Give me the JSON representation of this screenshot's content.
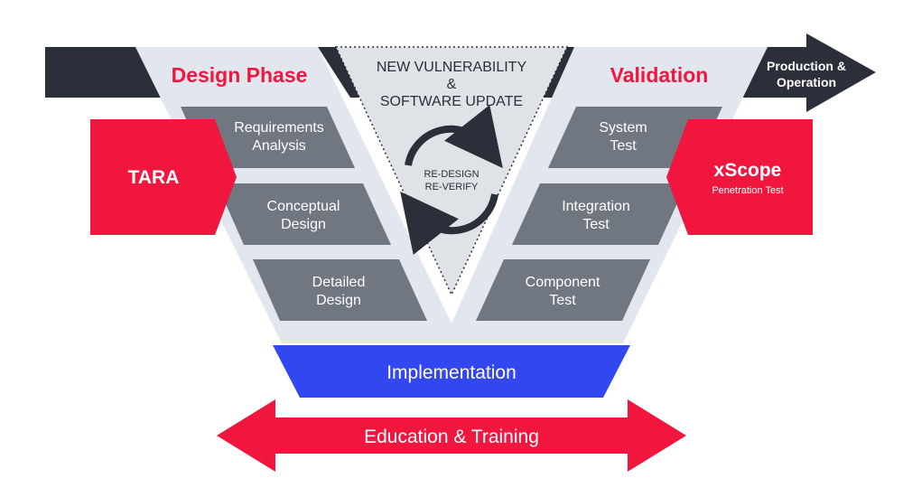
{
  "phases": {
    "design": "Design Phase",
    "validation": "Validation"
  },
  "arrow": {
    "production_line1": "Production &",
    "production_line2": "Operation"
  },
  "center": {
    "line1": "NEW VULNERABILITY",
    "line2": "&",
    "line3": "SOFTWARE UPDATE",
    "cycle_line1": "RE-DESIGN",
    "cycle_line2": "RE-VERIFY"
  },
  "left_steps": [
    {
      "line1": "Requirements",
      "line2": "Analysis"
    },
    {
      "line1": "Conceptual",
      "line2": "Design"
    },
    {
      "line1": "Detailed",
      "line2": "Design"
    }
  ],
  "right_steps": [
    {
      "line1": "System",
      "line2": "Test"
    },
    {
      "line1": "Integration",
      "line2": "Test"
    },
    {
      "line1": "Component",
      "line2": "Test"
    }
  ],
  "tara": "TARA",
  "xscope": {
    "title": "xScope",
    "subtitle": "Penetration Test"
  },
  "implementation": "Implementation",
  "education": "Education & Training",
  "colors": {
    "dark": "#2b2f3a",
    "light_band": "#e2e6ee",
    "step": "#717781",
    "red": "#f0163e",
    "blue": "#3347f0",
    "triangle": "#dfe2e7"
  }
}
